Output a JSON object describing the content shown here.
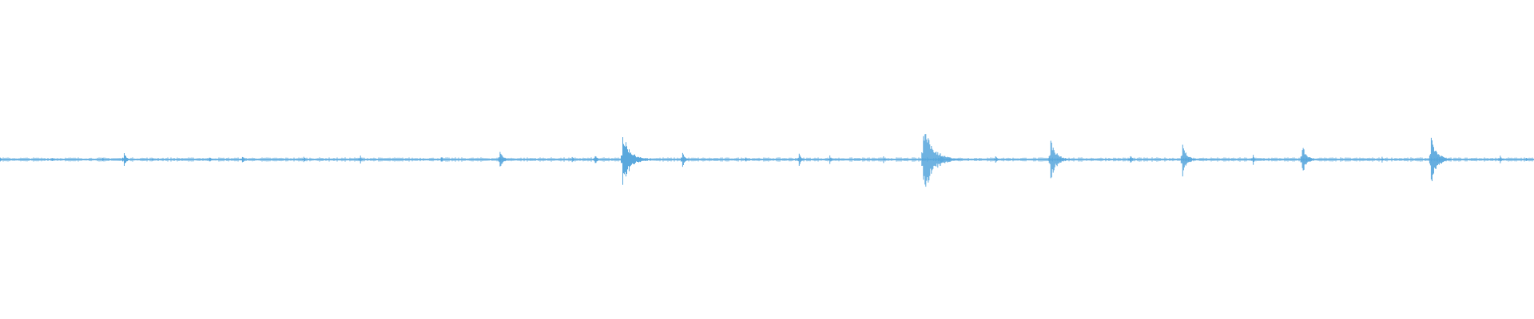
{
  "waveform": {
    "color": "#5aa8dd",
    "background": "#ffffff",
    "duration_fraction_events": [
      {
        "t": 0.0,
        "amp": 0.02
      },
      {
        "t": 0.034,
        "amp": 0.015
      },
      {
        "t": 0.067,
        "amp": 0.012
      },
      {
        "t": 0.081,
        "amp": 0.05
      },
      {
        "t": 0.099,
        "amp": 0.012
      },
      {
        "t": 0.137,
        "amp": 0.015
      },
      {
        "t": 0.158,
        "amp": 0.025
      },
      {
        "t": 0.198,
        "amp": 0.02
      },
      {
        "t": 0.235,
        "amp": 0.025
      },
      {
        "t": 0.288,
        "amp": 0.015
      },
      {
        "t": 0.326,
        "amp": 0.065
      },
      {
        "t": 0.373,
        "amp": 0.02
      },
      {
        "t": 0.388,
        "amp": 0.035
      },
      {
        "t": 0.406,
        "amp": 0.17
      },
      {
        "t": 0.445,
        "amp": 0.055
      },
      {
        "t": 0.486,
        "amp": 0.02
      },
      {
        "t": 0.521,
        "amp": 0.045
      },
      {
        "t": 0.541,
        "amp": 0.03
      },
      {
        "t": 0.576,
        "amp": 0.02
      },
      {
        "t": 0.602,
        "amp": 0.225
      },
      {
        "t": 0.613,
        "amp": 0.04
      },
      {
        "t": 0.649,
        "amp": 0.035
      },
      {
        "t": 0.685,
        "amp": 0.13
      },
      {
        "t": 0.737,
        "amp": 0.035
      },
      {
        "t": 0.771,
        "amp": 0.1
      },
      {
        "t": 0.817,
        "amp": 0.03
      },
      {
        "t": 0.849,
        "amp": 0.095
      },
      {
        "t": 0.901,
        "amp": 0.02
      },
      {
        "t": 0.933,
        "amp": 0.14
      },
      {
        "t": 0.978,
        "amp": 0.035
      },
      {
        "t": 0.995,
        "amp": 0.015
      }
    ]
  }
}
